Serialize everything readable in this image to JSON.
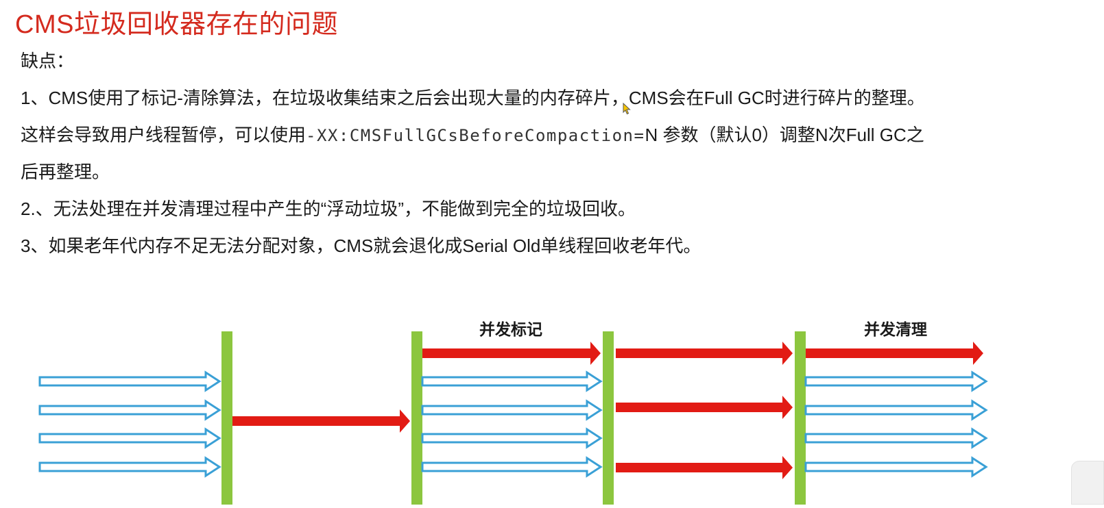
{
  "page": {
    "title": "CMS垃圾回收器存在的问题"
  },
  "content": {
    "heading": "缺点：",
    "p1_line1": "1、CMS使用了标记-清除算法，在垃圾收集结束之后会出现大量的内存碎片，CMS会在Full GC时进行碎片的整理。",
    "p1_line2_prefix": "这样会导致用户线程暂停，可以使用",
    "p1_line2_code": "-XX:CMSFullGCsBeforeCompaction=",
    "p1_line2_suffix": "N 参数（默认0）调整N次Full GC之",
    "p1_line3": "后再整理。",
    "p2": "2.、无法处理在并发清理过程中产生的“浮动垃圾”，不能做到完全的垃圾回收。",
    "p3": "3、如果老年代内存不足无法分配对象，CMS就会退化成Serial Old单线程回收老年代。"
  },
  "diagram": {
    "phase_labels": [
      "并发标记",
      "并发清理"
    ],
    "colors": {
      "barrier": "#8cc63f",
      "gc_thread": "#e21b14",
      "user_thread_outline": "#3aa0d6"
    }
  }
}
